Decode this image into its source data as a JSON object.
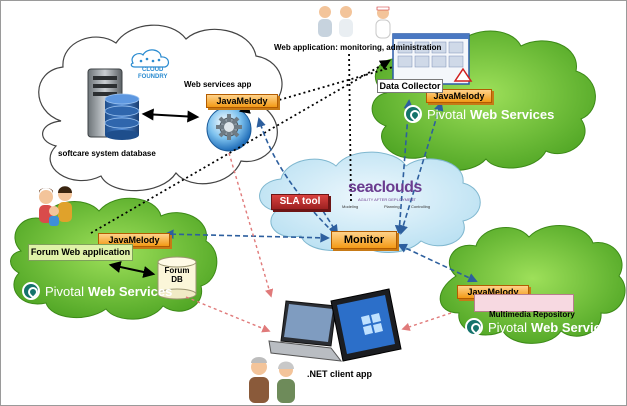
{
  "labels": {
    "web_app_title": "Web application: monitoring, administration",
    "web_services_app": "Web services app",
    "cloud_foundry": "CLOUD\nFOUNDRY",
    "database": "softcare system database",
    "data_collector": "Data Collector",
    "seaclouds_logo": "seaclouds",
    "seaclouds_tagline": "AGILITY AFTER DEPLOYMENT",
    "seaclouds_steps": [
      "Modeling",
      "Planning",
      "Controlling"
    ],
    "sla_tool": "SLA tool",
    "monitor": "Monitor",
    "forum_app": "Forum Web application",
    "forum_db": "Forum\nDB",
    "multimedia": "Multimedia Repository",
    "net_client": ".NET client app"
  },
  "javamelody_label": "JavaMelody",
  "pivotal": {
    "prefix": "Pivotal",
    "suffix": "Web Services"
  },
  "colors": {
    "cloud_green": "#5fb82f",
    "cloud_blue": "#cdeaf7",
    "javamelody": "#f39a16",
    "monitor": "#f5a742",
    "sla_tool": "#b32d2d",
    "forum_app": "#dff2a8",
    "multimedia": "#f7d9e1",
    "pivotal_teal": "#15736b",
    "data_arrow": "#2d5f9e",
    "client_arrow": "#e07a7a"
  },
  "icons": [
    "cloud-foundry-icon",
    "server-icon",
    "database-icon",
    "gear-globe-icon",
    "users-icon",
    "staff-icon",
    "elderly-users-icon",
    "laptop-icon",
    "tablet-icon",
    "forum-db-icon",
    "mouse-icon"
  ]
}
